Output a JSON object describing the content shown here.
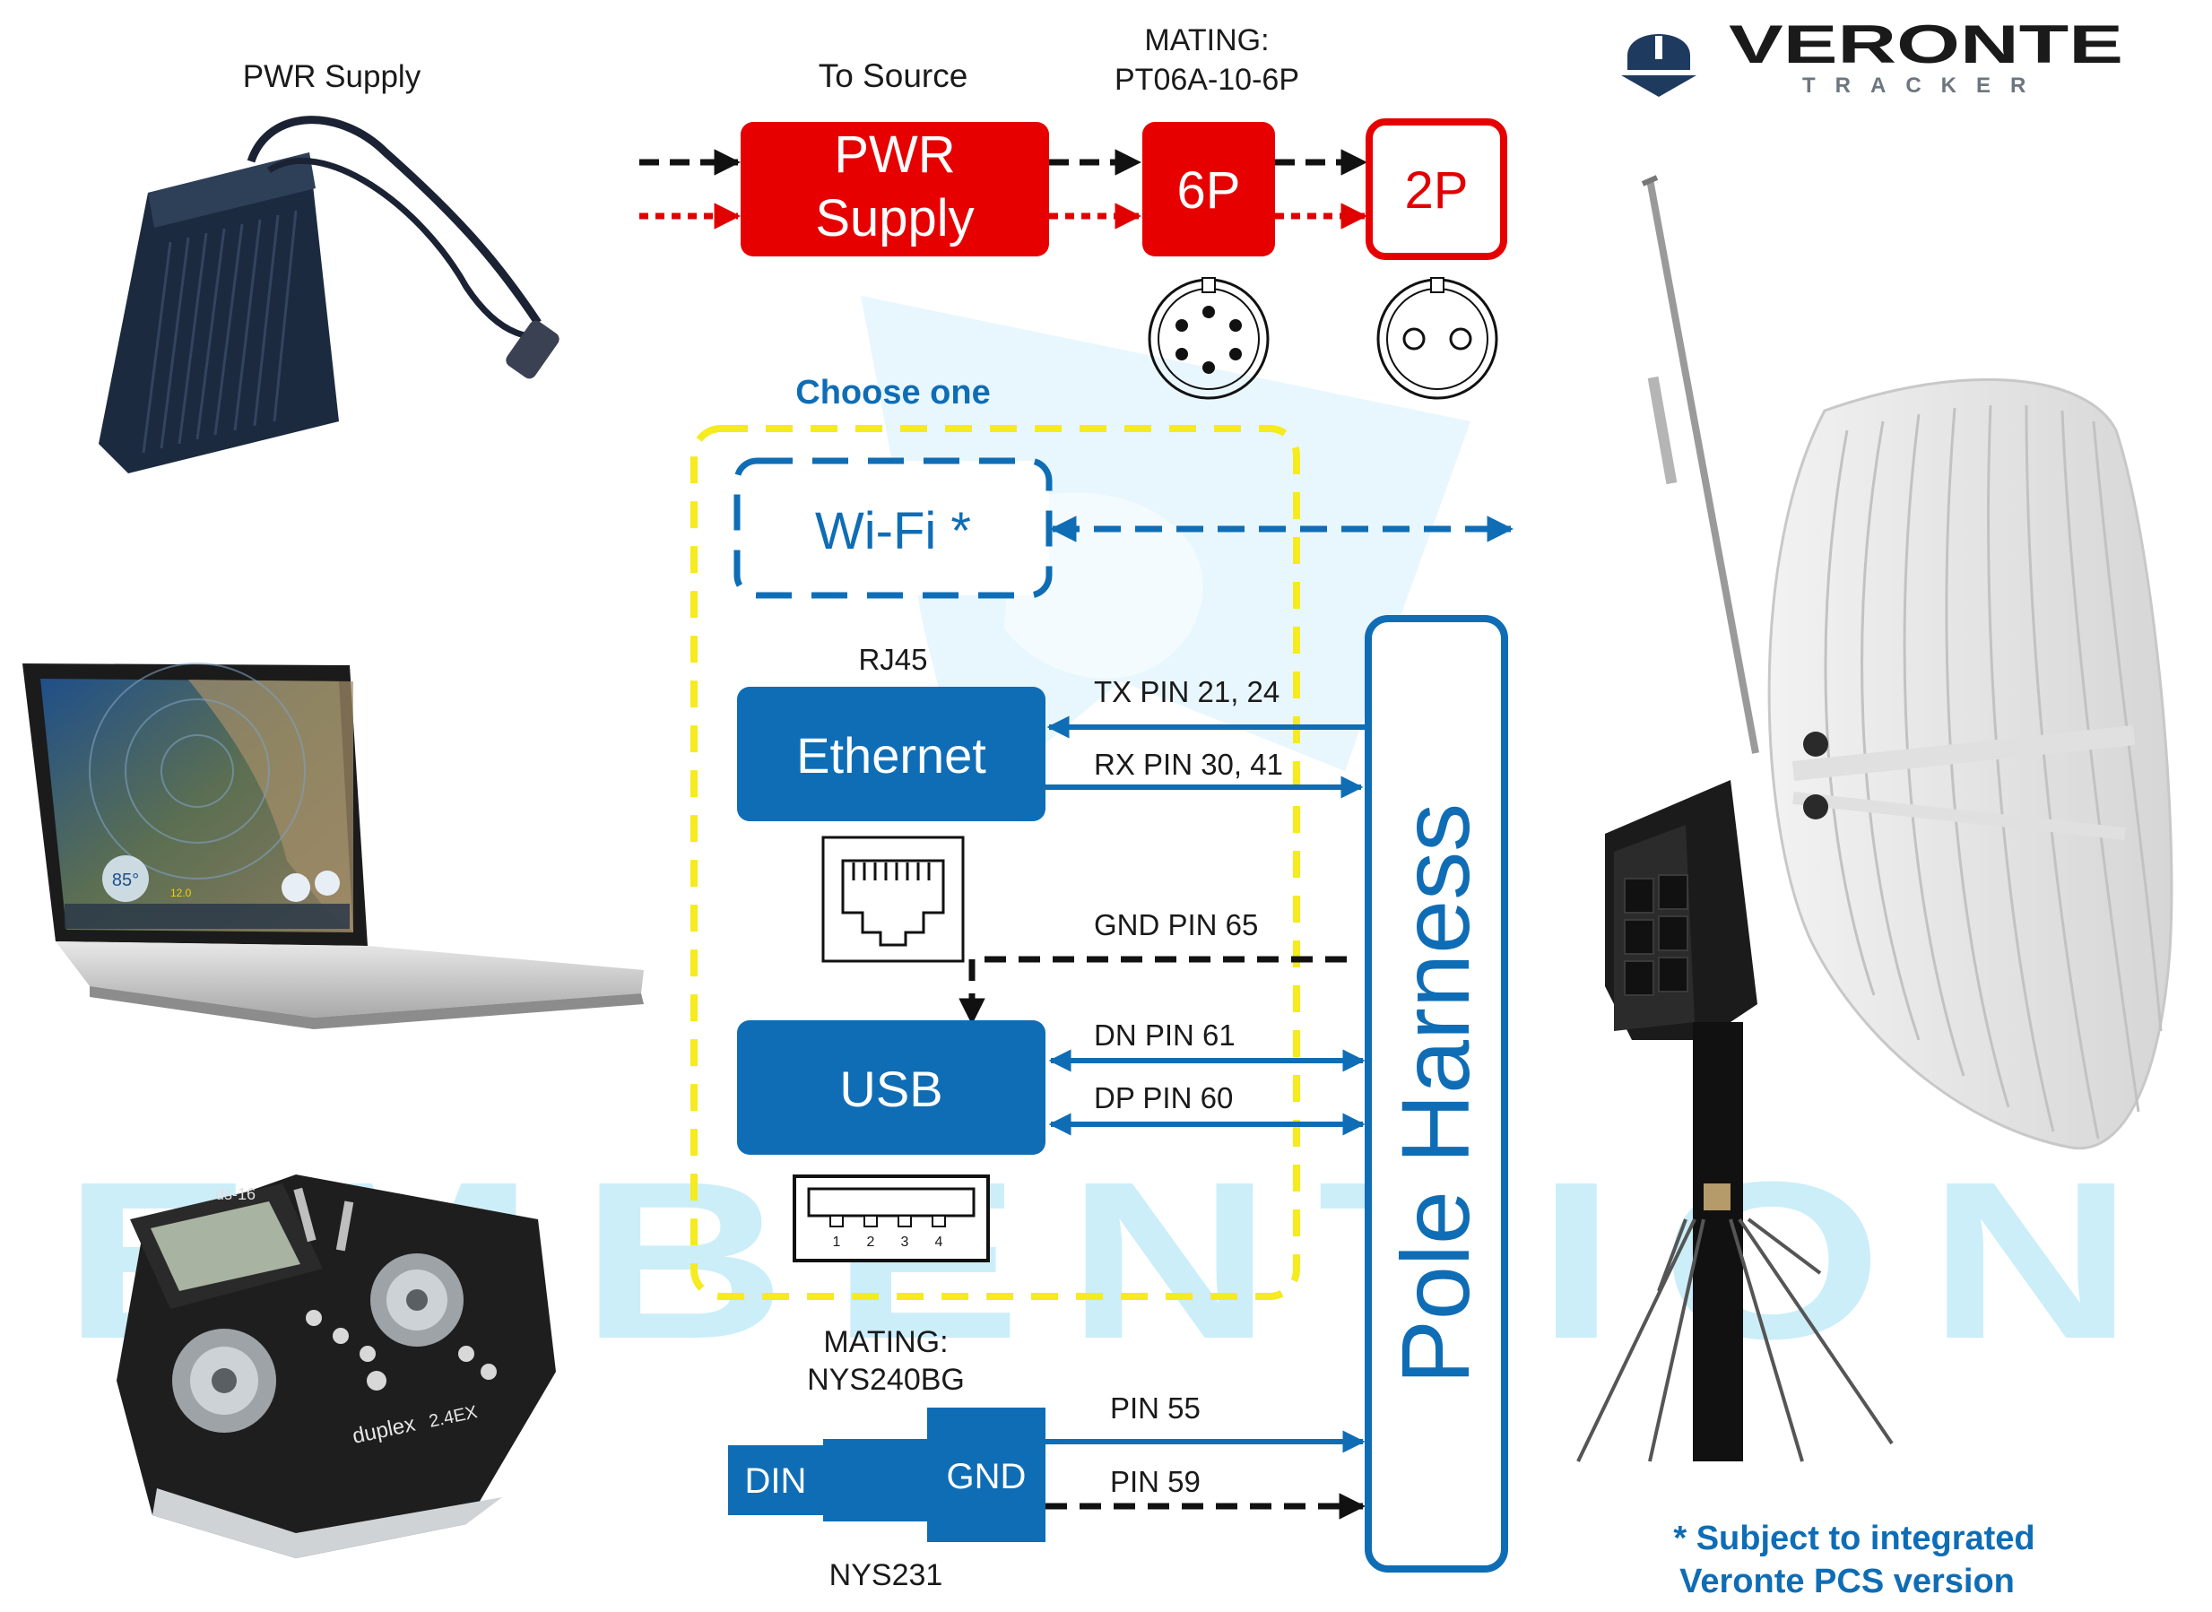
{
  "brand": {
    "name": "VERONTE",
    "subtitle": "TRACKER",
    "watermark": "EMBENTION"
  },
  "devices": {
    "pwr_supply_label": "PWR Supply",
    "laptop_screen": {
      "readout": "85°",
      "badge": "12.0"
    },
    "radio_labels": {
      "model": "ds-16",
      "brand": "duplex",
      "version": "2.4EX"
    }
  },
  "power": {
    "to_source": "To Source",
    "mating_label": "MATING:",
    "mating_part": "PT06A-10-6P",
    "pwr_box_line1": "PWR",
    "pwr_box_line2": "Supply",
    "connector_6p": "6P",
    "connector_2p": "2P"
  },
  "interfaces": {
    "choose_one": "Choose one",
    "wifi": "Wi-Fi *",
    "rj45": "RJ45",
    "ethernet": "Ethernet",
    "tx": "TX PIN 21, 24",
    "rx": "RX PIN 30, 41",
    "gnd": "GND PIN 65",
    "usb": "USB",
    "dn": "DN PIN 61",
    "dp": "DP PIN 60",
    "usb_pins": [
      "1",
      "2",
      "3",
      "4"
    ]
  },
  "din": {
    "mating_label": "MATING:",
    "mating_part": "NYS240BG",
    "din_label": "DIN",
    "gnd_label": "GND",
    "part": "NYS231",
    "pin55": "PIN 55",
    "pin59": "PIN 59"
  },
  "harness": {
    "label": "Pole Harness"
  },
  "footnote": {
    "line1": "* Subject to integrated",
    "line2": "Veronte PCS version"
  },
  "colors": {
    "blue": "#0f6db5",
    "red": "#e00000",
    "yellow": "#f5eb1e",
    "black": "#111111",
    "watermark": "#c6ecf9"
  }
}
